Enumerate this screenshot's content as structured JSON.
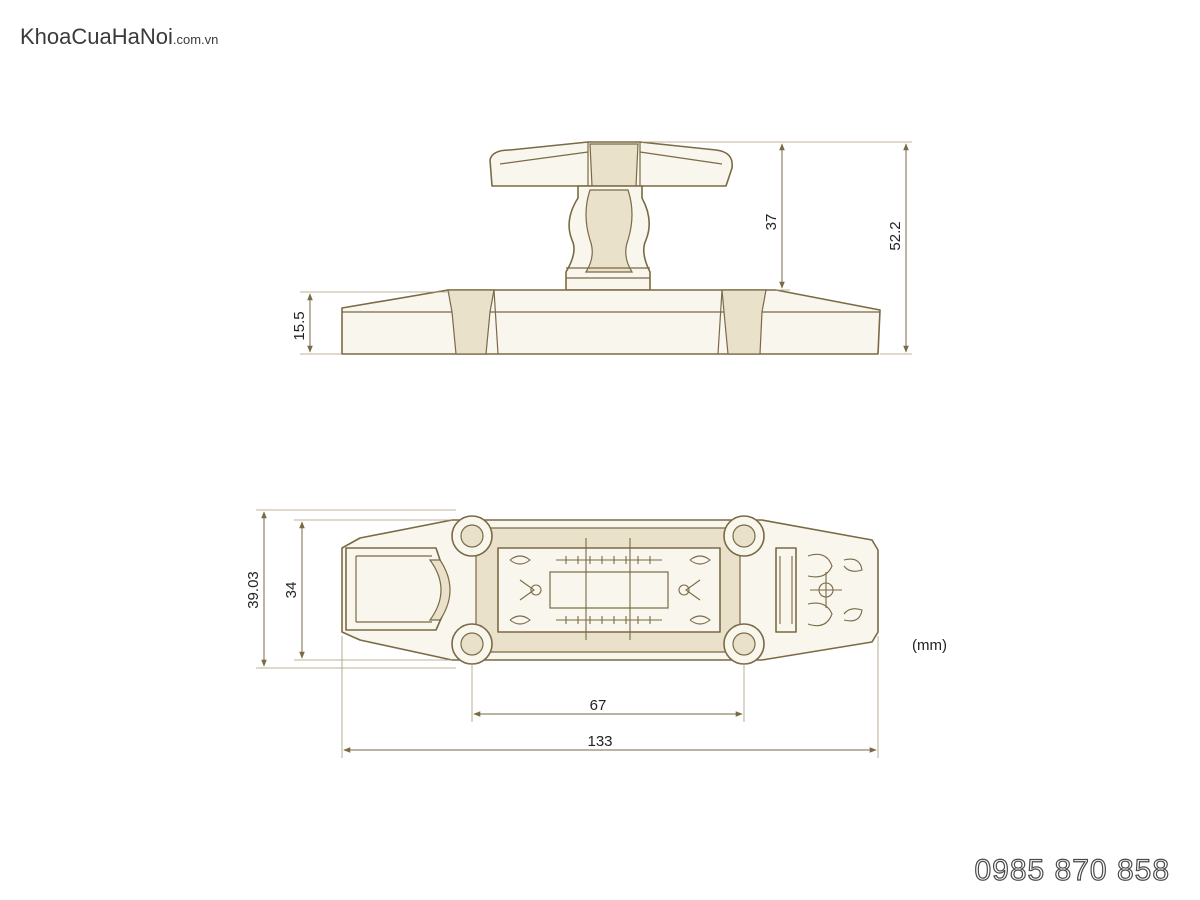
{
  "watermark": {
    "brand": "KhoaCuaHaNoi",
    "domain": ".com.vn"
  },
  "phone": "0985 870 858",
  "units": "(mm)",
  "side_view": {
    "dimensions": {
      "base_height": "15.5",
      "handle_height": "37",
      "total_height": "52.2"
    }
  },
  "top_view": {
    "dimensions": {
      "outer_width": "39.03",
      "inner_width": "34",
      "hole_spacing": "67",
      "total_length": "133"
    }
  },
  "colors": {
    "outline": "#7a6a45",
    "fill": "#f9f6ee",
    "shade": "#e9e1c9"
  }
}
